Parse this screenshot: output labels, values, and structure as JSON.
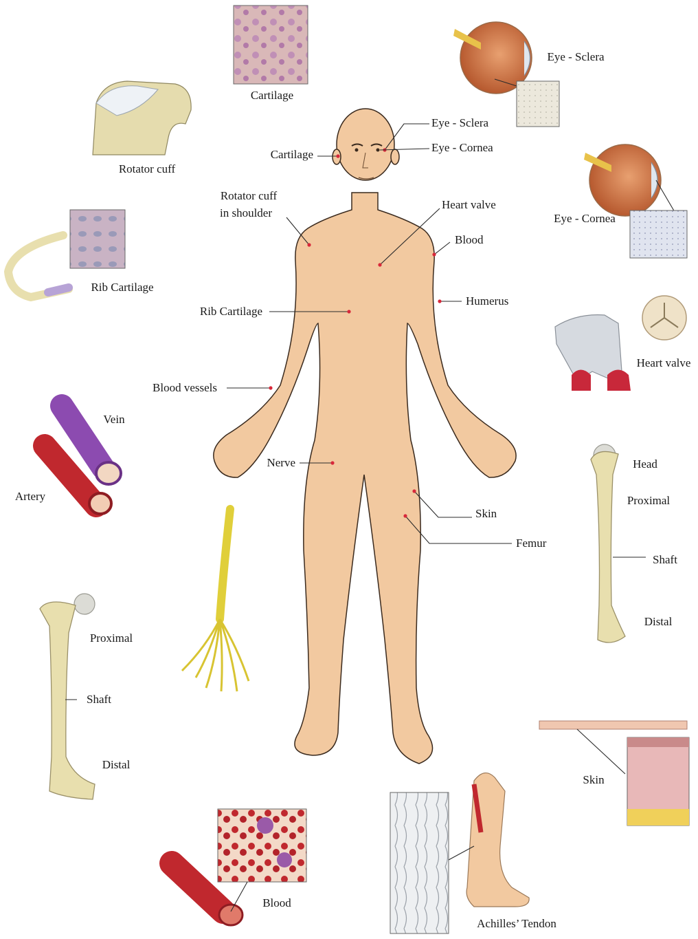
{
  "body_labels": {
    "eye_sclera": "Eye - Sclera",
    "eye_cornea": "Eye - Cornea",
    "cartilage": "Cartilage",
    "rotator_cuff_line1": "Rotator cuff",
    "rotator_cuff_line2": "in shoulder",
    "heart_valve": "Heart valve",
    "blood": "Blood",
    "humerus": "Humerus",
    "rib_cartilage": "Rib Cartilage",
    "blood_vessels": "Blood vessels",
    "nerve": "Nerve",
    "skin": "Skin",
    "femur": "Femur"
  },
  "insets": {
    "cartilage": "Cartilage",
    "rotator_cuff": "Rotator cuff",
    "rib_cartilage": "Rib Cartilage",
    "eye_sclera": "Eye - Sclera",
    "eye_cornea": "Eye - Cornea",
    "heart_valve": "Heart valve",
    "vein": "Vein",
    "artery": "Artery",
    "humerus_head": "Head",
    "humerus_proximal": "Proximal",
    "humerus_shaft": "Shaft",
    "humerus_distal": "Distal",
    "femur_proximal": "Proximal",
    "femur_shaft": "Shaft",
    "femur_distal": "Distal",
    "skin": "Skin",
    "blood": "Blood",
    "achilles": "Achilles’ Tendon"
  },
  "colors": {
    "skin": "#f2c9a0",
    "bone": "#e8dfae",
    "vein": "#8c4bb0",
    "artery": "#c0282e",
    "nerve": "#e0cf3a",
    "marker": "#d8283a"
  }
}
